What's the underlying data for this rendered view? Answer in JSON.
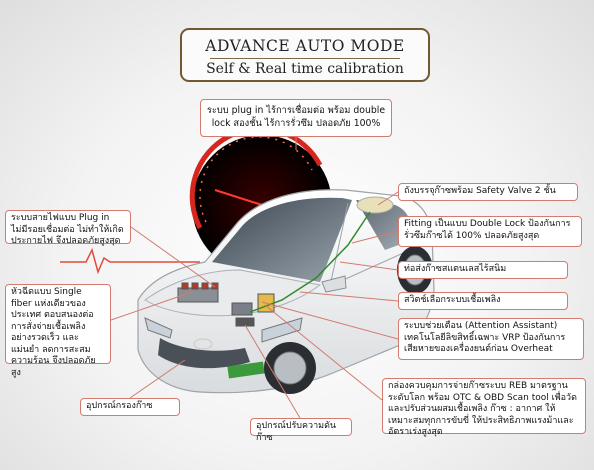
{
  "title": {
    "line1": "ADVANCE AUTO MODE",
    "line2": "Self & Real time calibration"
  },
  "callouts": {
    "main": "ระบบ plug in ไร้การเชื่อมต่อ พร้อม double lock สองชั้น ไร้การรั่วซึม ปลอดภัย 100%",
    "plug_in": "ระบบสายไฟแบบ Plug in ไม่มีรอยเชื่อมต่อ ไม่ทำให้เกิดประกายไฟ จึงปลอดภัยสูงสุด",
    "valve": "ถังบรรจุก๊าซพร้อม Safety Valve 2 ชั้น",
    "fitting": "Fitting เป็นแบบ Double Lock ป้องกันการรั่วซึมก๊าซได้ 100% ปลอดภัยสูงสุด",
    "pipe": "ท่อส่งก๊าซสแตนเลสไร้สนิม",
    "switch": "สวิตช์เลือกระบบเชื้อเพลิง",
    "injector": "หัวฉีดแบบ Single fiber แห่งเดียวของประเทศ ตอบสนองต่อการสั่งจ่ายเชื้อเพลิงอย่างรวดเร็ว และแม่นยำ ลดการสะสมความร้อน จึงปลอดภัยสูง",
    "assistant": "ระบบช่วยเตือน (Attention Assistant) เทคโนโลยีลิขสิทธิ์เฉพาะ VRP ป้องกันการเสียหายของเครื่องยนต์ก่อน Overheat",
    "filter": "อุปกรณ์กรองก๊าซ",
    "reb": "กล่องควบคุมการจ่ายก๊าซระบบ REB มาตรฐานระดับโลก พร้อม OTC & OBD Scan tool เพื่อวัดและปรับส่วนผสมเชื้อเพลิง ก๊าซ : อากาศ ให้เหมาะสมทุกการขับขี่ ให้ประสิทธิภาพแรงม้าและอัตราเร่งสูงสุด",
    "regulator": "อุปกรณ์ปรับความดันก๊าซ"
  },
  "colors": {
    "car_body": "#f2f3f4",
    "leader_line": "#d27b6f",
    "gauge_red": "#c4161c",
    "gas_line": "#2e8b2e",
    "title_border": "#6f5a32"
  },
  "icons": [
    "speedometer",
    "heartbeat-line",
    "car"
  ]
}
